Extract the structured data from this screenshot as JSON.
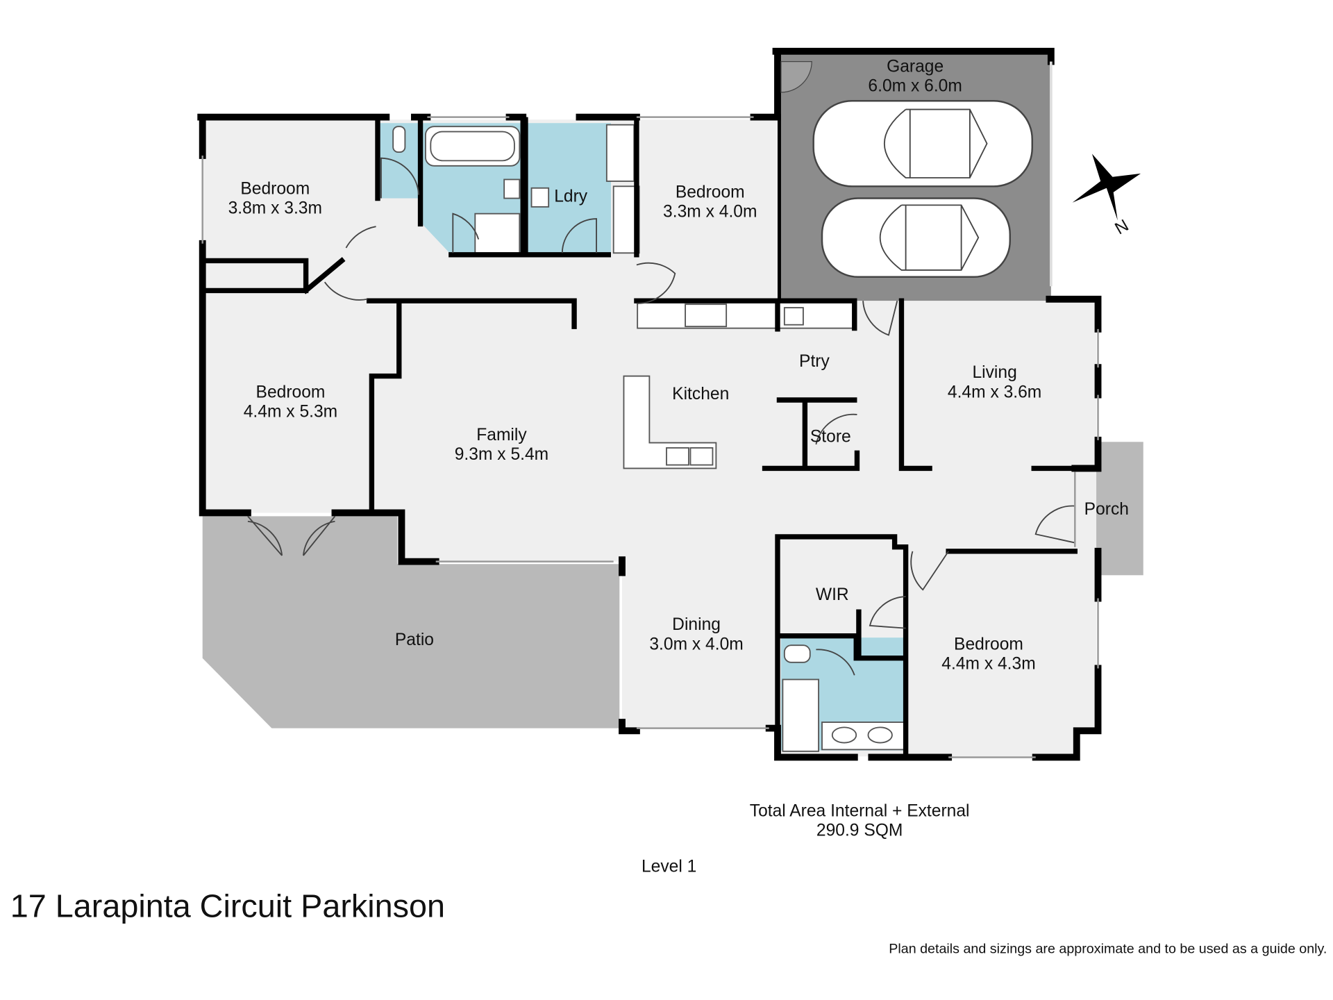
{
  "plan": {
    "rooms": {
      "garage": {
        "name": "Garage",
        "size": "6.0m x 6.0m"
      },
      "bedroom1": {
        "name": "Bedroom",
        "size": "3.8m x 3.3m"
      },
      "bedroom2": {
        "name": "Bedroom",
        "size": "3.3m x 4.0m"
      },
      "bedroom3": {
        "name": "Bedroom",
        "size": "4.4m x 5.3m"
      },
      "bedroom4": {
        "name": "Bedroom",
        "size": "4.4m x 4.3m"
      },
      "laundry": {
        "name": "Ldry"
      },
      "family": {
        "name": "Family",
        "size": "9.3m x 5.4m"
      },
      "kitchen": {
        "name": "Kitchen"
      },
      "pantry": {
        "name": "Ptry"
      },
      "store": {
        "name": "Store"
      },
      "living": {
        "name": "Living",
        "size": "4.4m x 3.6m"
      },
      "porch": {
        "name": "Porch"
      },
      "patio": {
        "name": "Patio"
      },
      "dining": {
        "name": "Dining",
        "size": "3.0m x 4.0m"
      },
      "wir": {
        "name": "WIR"
      }
    },
    "compass": {
      "label": "N"
    },
    "colors": {
      "floor": "#efefef",
      "wet": "#add8e3",
      "garage": "#8c8c8c",
      "patio": "#b9b9b9",
      "wall": "#000000"
    }
  },
  "footer": {
    "area_title": "Total Area Internal + External",
    "area_value": "290.9 SQM",
    "level": "Level 1",
    "address": "17 Larapinta Circuit Parkinson",
    "disclaimer": "Plan details and sizings are approximate and to be used as a guide only."
  }
}
